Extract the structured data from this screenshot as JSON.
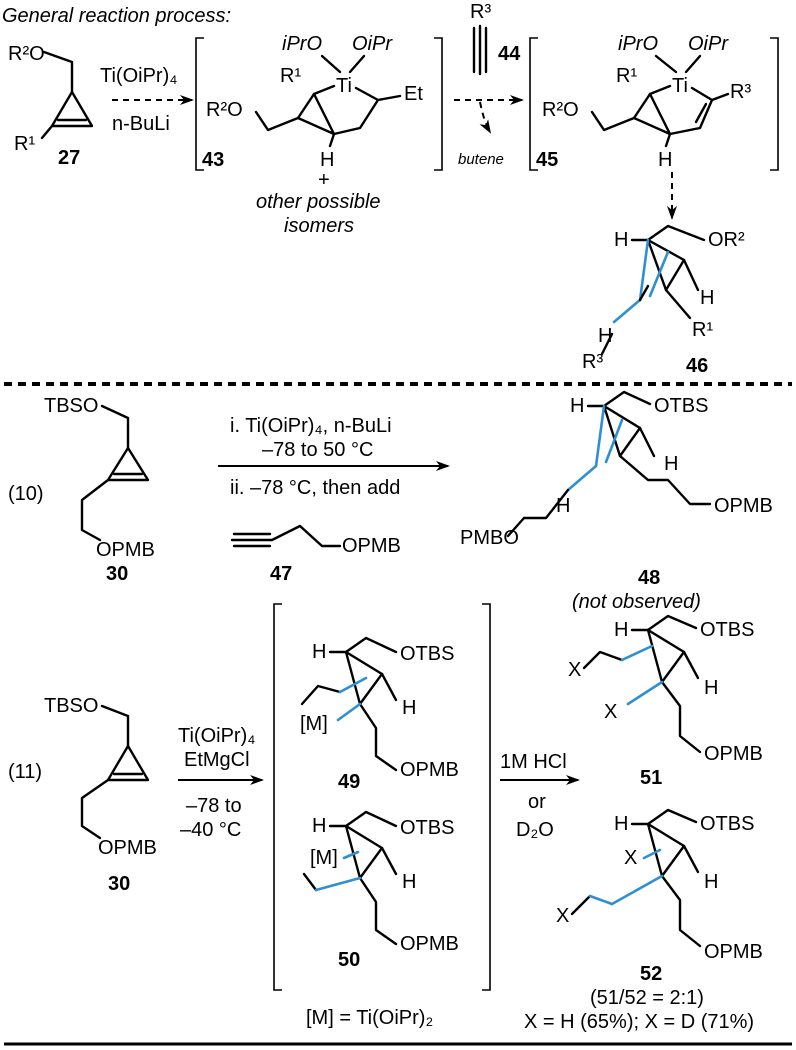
{
  "header": {
    "title": "General reaction process:"
  },
  "compounds": {
    "c27": "27",
    "c43": "43",
    "c44": "44",
    "c45": "45",
    "c46": "46",
    "c30": "30",
    "c30b": "30",
    "c47": "47",
    "c48": "48",
    "c49": "49",
    "c50": "50",
    "c51": "51",
    "c52": "52"
  },
  "labels": {
    "r2o": "R²O",
    "r1": "R¹",
    "r2": "R²",
    "r3": "R³",
    "ipro": "iPrO",
    "oipr": "OiPr",
    "ti": "Ti",
    "et": "Et",
    "h": "H",
    "plus": "+",
    "other_isomers_1": "other possible",
    "other_isomers_2": "isomers",
    "butene": "butene",
    "or2": "OR²",
    "tbso": "TBSO",
    "otbs": "OTBS",
    "opmb": "OPMB",
    "pmbo": "PMBO",
    "m": "[M]",
    "x": "X"
  },
  "conditions": {
    "step1_reagent": "Ti(OiPr)₄",
    "step1_base": "n-BuLi",
    "eq10_number": "(10)",
    "eq10_line1": "i. Ti(OiPr)₄, n-BuLi",
    "eq10_line2": "–78 to 50 °C",
    "eq10_line3": "ii. –78 °C, then add",
    "eq11_number": "(11)",
    "eq11_reagent1": "Ti(OiPr)₄",
    "eq11_reagent2": "EtMgCl",
    "eq11_temp1": "–78 to",
    "eq11_temp2": "–40 °C",
    "quench1": "1M HCl",
    "quench_or": "or",
    "quench2": "D₂O"
  },
  "notes": {
    "not_observed": "(not observed)",
    "m_definition": "[M] = Ti(OiPr)₂",
    "ratio": "(51/52 = 2:1)",
    "yields": "X = H (65%); X = D (71%)"
  }
}
